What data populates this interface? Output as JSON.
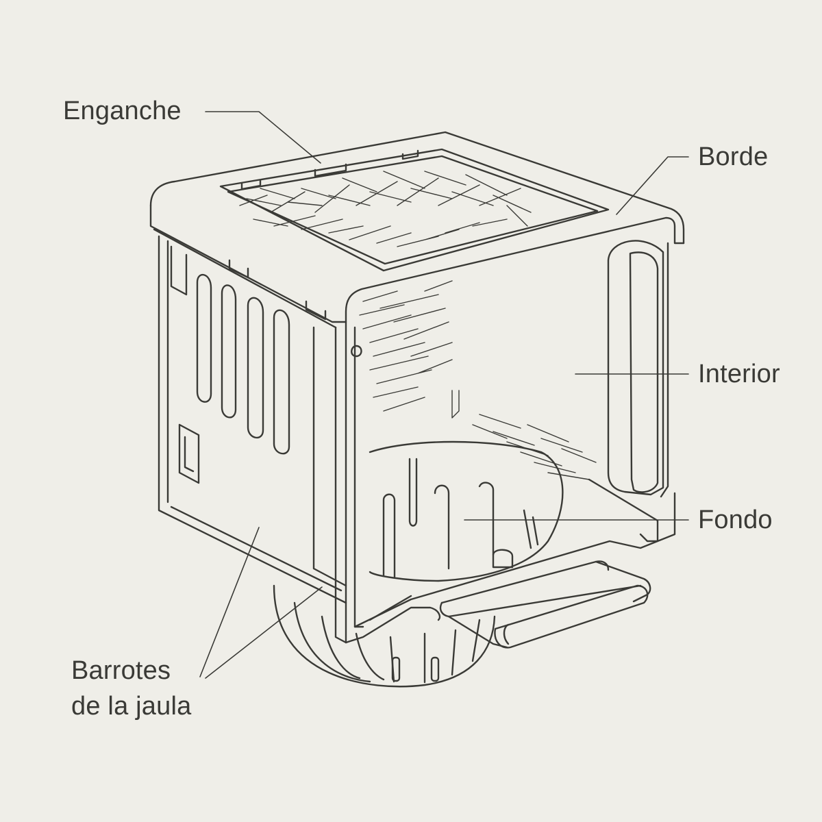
{
  "labels": {
    "hook": "Enganche",
    "rim": "Borde",
    "interior": "Interior",
    "bottom": "Fondo",
    "bars_line1": "Barrotes",
    "bars_line2": "de la jaula"
  },
  "colors": {
    "background": "#efeee8",
    "line": "#3a3a36",
    "text": "#3a3a36"
  }
}
